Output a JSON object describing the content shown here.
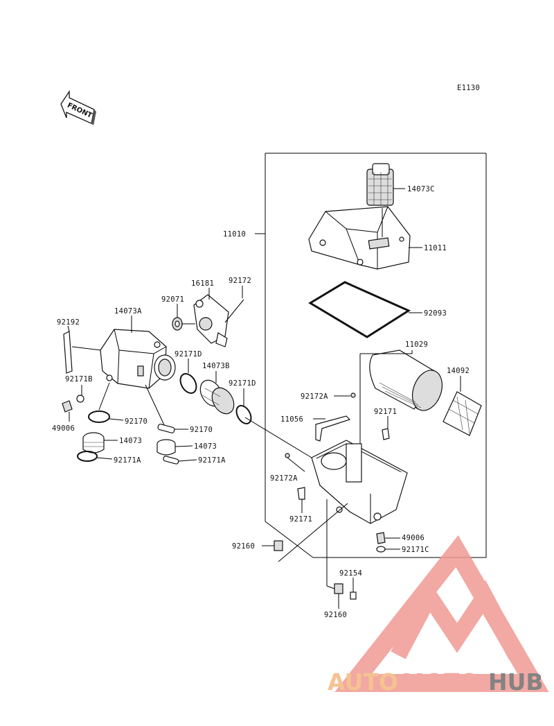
{
  "diagram_code": "E1130",
  "front_label": "FRONT",
  "watermark": {
    "part1": "AUTO",
    "part2": "MOTO",
    "part3": "HUB",
    "color1": "#f4b97f",
    "color2": "#f09a94",
    "color3": "#6e6e6e"
  },
  "parts": [
    {
      "id": "p-11010",
      "label": "11010"
    },
    {
      "id": "p-14073C",
      "label": "14073C"
    },
    {
      "id": "p-11011",
      "label": "11011"
    },
    {
      "id": "p-92093",
      "label": "92093"
    },
    {
      "id": "p-11029",
      "label": "11029"
    },
    {
      "id": "p-14092",
      "label": "14092"
    },
    {
      "id": "p-92172A-top",
      "label": "92172A"
    },
    {
      "id": "p-11056",
      "label": "11056"
    },
    {
      "id": "p-92171-right",
      "label": "92171"
    },
    {
      "id": "p-92172A-bot",
      "label": "92172A"
    },
    {
      "id": "p-92171-bot",
      "label": "92171"
    },
    {
      "id": "p-49006-right",
      "label": "49006"
    },
    {
      "id": "p-92171C",
      "label": "92171C"
    },
    {
      "id": "p-92160-left",
      "label": "92160"
    },
    {
      "id": "p-92154",
      "label": "92154"
    },
    {
      "id": "p-92160-bot",
      "label": "92160"
    },
    {
      "id": "p-16181",
      "label": "16181"
    },
    {
      "id": "p-92172",
      "label": "92172"
    },
    {
      "id": "p-92071",
      "label": "92071"
    },
    {
      "id": "p-14073A",
      "label": "14073A"
    },
    {
      "id": "p-92192",
      "label": "92192"
    },
    {
      "id": "p-92171D-1",
      "label": "92171D"
    },
    {
      "id": "p-14073B",
      "label": "14073B"
    },
    {
      "id": "p-92171D-2",
      "label": "92171D"
    },
    {
      "id": "p-92171B",
      "label": "92171B"
    },
    {
      "id": "p-49006-left",
      "label": "49006"
    },
    {
      "id": "p-92170-1",
      "label": "92170"
    },
    {
      "id": "p-92170-2",
      "label": "92170"
    },
    {
      "id": "p-14073-1",
      "label": "14073"
    },
    {
      "id": "p-14073-2",
      "label": "14073"
    },
    {
      "id": "p-92171A-1",
      "label": "92171A"
    },
    {
      "id": "p-92171A-2",
      "label": "92171A"
    }
  ]
}
